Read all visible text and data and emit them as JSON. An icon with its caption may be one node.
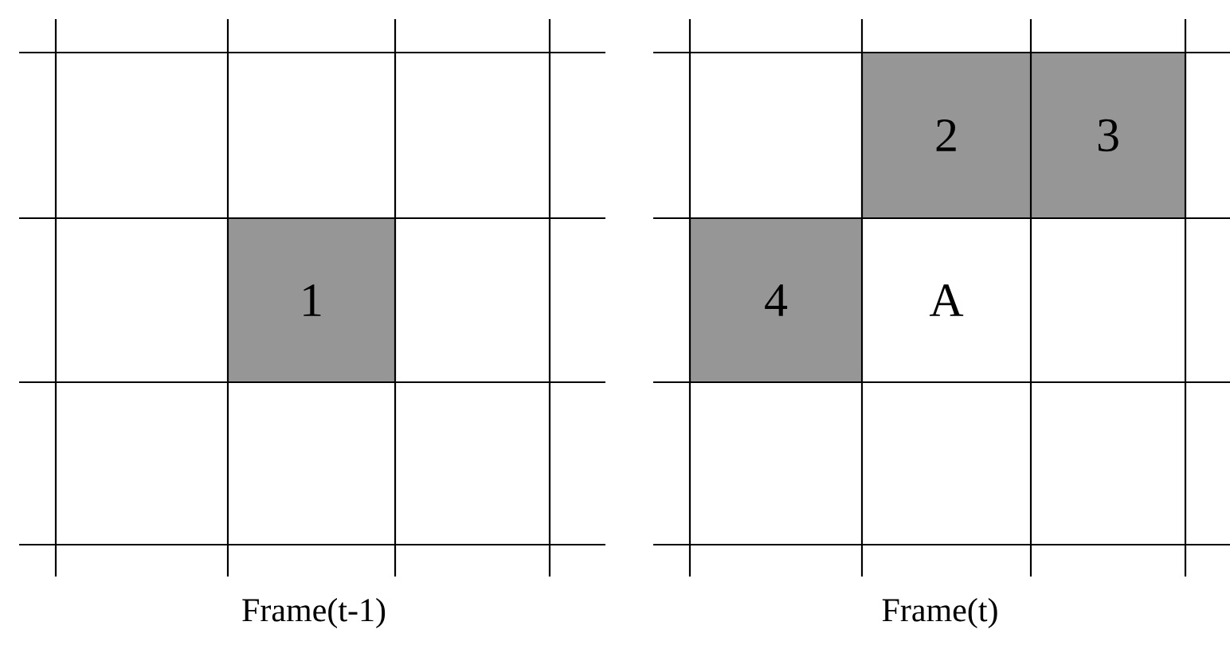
{
  "diagram": {
    "nodes": [
      {
        "text": [
          "1"
        ]
      },
      {
        "text": [
          "2"
        ]
      },
      {
        "text": [
          "3"
        ]
      },
      {
        "text": [
          "4"
        ]
      },
      {
        "text": [
          "A"
        ]
      }
    ],
    "labels": [
      "Frame(t-1)",
      "Frame(t)"
    ]
  }
}
